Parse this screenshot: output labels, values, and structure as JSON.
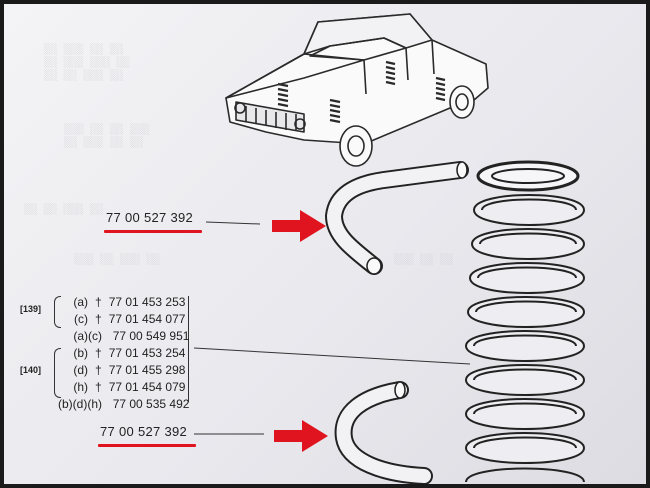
{
  "part_top": "77 00 527 392",
  "part_bottom": "77 00 527 392",
  "groups": {
    "g139": "[139]",
    "g140": "[140]"
  },
  "parts_list": [
    {
      "variant": "(a)",
      "dagger": "†",
      "number": "77 01 453 253"
    },
    {
      "variant": "(c)",
      "dagger": "†",
      "number": "77 01 454 077"
    },
    {
      "variant": "(a)(c)",
      "dagger": "",
      "number": "77 00 549 951"
    },
    {
      "variant": "(b)",
      "dagger": "†",
      "number": "77 01 453 254"
    },
    {
      "variant": "(d)",
      "dagger": "†",
      "number": "77 01 455 298"
    },
    {
      "variant": "(h)",
      "dagger": "†",
      "number": "77 01 454 079"
    },
    {
      "variant": "(b)(d)(h)",
      "dagger": "",
      "number": "77 00 535 492"
    }
  ],
  "colors": {
    "highlight_red": "#e0141e",
    "ink": "#222222",
    "paper": "#eeeef2"
  },
  "icons": [
    "car-illustration",
    "coil-spring",
    "rubber-sleeve",
    "red-arrow"
  ]
}
